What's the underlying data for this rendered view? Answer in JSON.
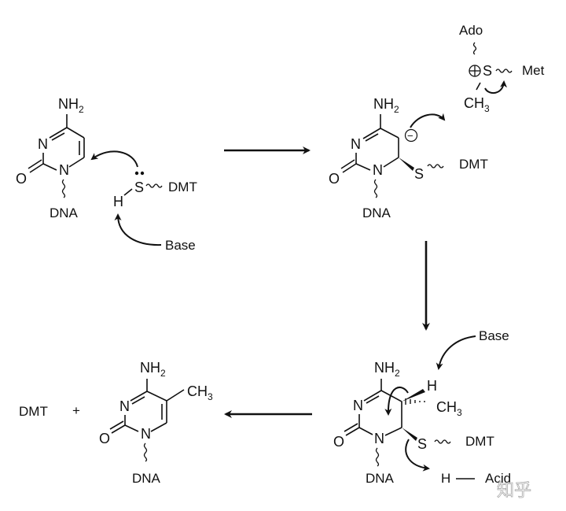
{
  "diagram": {
    "title": "DNA cytosine C5-methylation mechanism (DMT)",
    "molecules": {
      "cytosine_start": {
        "amine": "NH",
        "amine_sub": "2",
        "ring_n3": "N",
        "ring_n1": "N",
        "oxygen": "O",
        "attach": "DNA"
      },
      "thiol": {
        "sulfur": "S",
        "hydrogen": "H",
        "enzyme": "DMT",
        "base": "Base"
      },
      "intermediate": {
        "amine": "NH",
        "amine_sub": "2",
        "ring_n3": "N",
        "ring_n1": "N",
        "oxygen": "O",
        "attach": "DNA",
        "charge": "−",
        "sulfur": "S",
        "enzyme": "DMT"
      },
      "sam": {
        "top": "Ado",
        "sulfur": "S",
        "charge": "+",
        "right": "Met",
        "methyl": "CH",
        "methyl_sub": "3"
      },
      "adduct": {
        "amine": "NH",
        "amine_sub": "2",
        "ring_n3": "N",
        "ring_n1": "N",
        "oxygen": "O",
        "attach": "DNA",
        "hydrogen": "H",
        "methyl": "CH",
        "methyl_sub": "3",
        "sulfur": "S",
        "enzyme": "DMT",
        "base": "Base",
        "acid_h": "H",
        "acid": "Acid"
      },
      "product": {
        "amine": "NH",
        "amine_sub": "2",
        "ring_n3": "N",
        "ring_n1": "N",
        "oxygen": "O",
        "attach": "DNA",
        "methyl": "CH",
        "methyl_sub": "3"
      },
      "released": {
        "enzyme": "DMT",
        "plus": "+"
      }
    },
    "arrows": [
      {
        "from": "cytosine_start",
        "to": "intermediate",
        "direction": "right"
      },
      {
        "from": "intermediate",
        "to": "adduct",
        "direction": "down"
      },
      {
        "from": "adduct",
        "to": "product",
        "direction": "left"
      }
    ],
    "watermark": "知乎"
  }
}
